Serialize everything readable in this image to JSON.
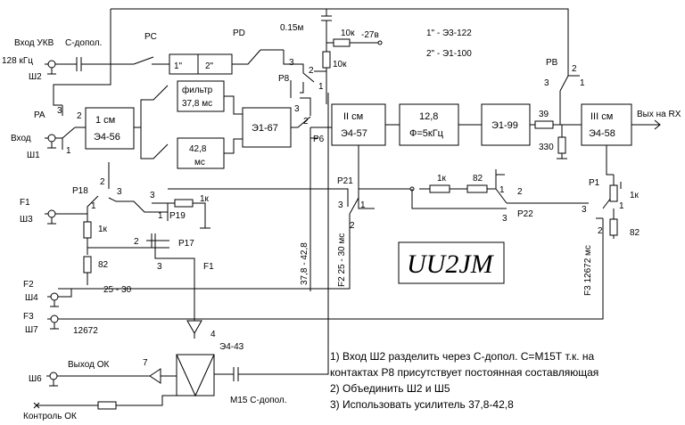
{
  "inputs": {
    "vhf_in": "Вход УКВ",
    "vhf_freq": "128 кГц",
    "vhf_conn": "Ш2",
    "c_extra": "С-допол.",
    "in_label": "Вход",
    "in_conn": "Ш1",
    "f1": "F1",
    "f1_conn": "Ш3",
    "f2": "F2",
    "f2_conn": "Ш4",
    "f2_range": "25 - 30",
    "f3": "F3",
    "f3_conn": "Ш7",
    "f3_freq": "12672",
    "ok_out": "Выход ОК",
    "ok_conn": "Ш6",
    "ok_ctrl": "Контроль ОК",
    "out_rx": "Вых на RX"
  },
  "relays": {
    "pa": "PA",
    "pc": "PC",
    "pd": "PD",
    "pb": "PB",
    "p8": "P8",
    "p6": "P6",
    "p18": "P18",
    "p19": "P19",
    "p17": "P17",
    "p21": "P21",
    "p22": "P22",
    "p1": "P1"
  },
  "blocks": {
    "mix1_top": "1 см",
    "mix1_bot": "Э4-56",
    "filt1_a": "фильтр",
    "filt1_b": "37,8 мс",
    "filt2_a": "42,8",
    "filt2_b": "мс",
    "e167": "Э1-67",
    "mix2_top": "II см",
    "mix2_bot": "Э4-57",
    "flt128_a": "12,8",
    "flt128_b": "Ф=5кГц",
    "e199": "Э1-99",
    "mix3_top": "III см",
    "mix3_bot": "Э4-58",
    "amp": "Э4-43",
    "box1": "1\"",
    "box2": "2\""
  },
  "labels": {
    "cap_015": "0.15м",
    "r10k_a": "10к",
    "v27": "-27в",
    "r10k_b": "10к",
    "e3": "1\" - Э3-122",
    "e1": "2\" - Э1-100",
    "r39": "39",
    "r330": "330",
    "r1k_a": "1к",
    "r1k_b": "1к",
    "r1k_c": "1к",
    "r82_a": "82",
    "r82_b": "82",
    "r82_c": "82",
    "v_range": "37,8 - 42,8",
    "f2_vert": "F2 25 - 30 мс",
    "f3_vert": "F3 12672 мс",
    "c_m15": "М15 С-допол.",
    "n1": "1",
    "n2": "2",
    "n3": "3",
    "n4": "4",
    "n7": "7"
  },
  "logo": "UU2JM",
  "notes": [
    "1) Вход Ш2 разделить через С-допол. С=М15Т т.к. на",
    "контактах Р8 присутствует постоянная составляющая",
    "2) Объединить Ш2 и Ш5",
    "3) Использовать усилитель 37,8-42,8"
  ]
}
